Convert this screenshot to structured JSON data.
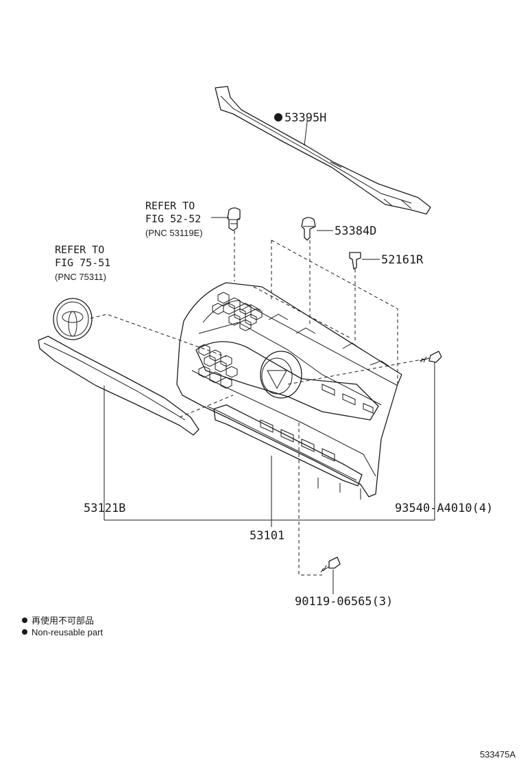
{
  "labels": {
    "p53395h": "53395H",
    "p53384d": "53384D",
    "p52161r": "52161R",
    "p53121b": "53121B",
    "p53101": "53101",
    "p93540": "93540-A4010(4)",
    "p90119": "90119-06565(3)"
  },
  "refs": {
    "ref1": {
      "line1": "REFER TO",
      "line2": "FIG 52-52",
      "line3": "(PNC 53119E)"
    },
    "ref2": {
      "line1": "REFER TO",
      "line2": "FIG 75-51",
      "line3": "(PNC 75311)"
    }
  },
  "legend": {
    "jp": "再使用不可部品",
    "en": "Non-reusable part"
  },
  "diagram_code": "533475A",
  "colors": {
    "ink": "#1a1a1a",
    "background": "#ffffff"
  }
}
